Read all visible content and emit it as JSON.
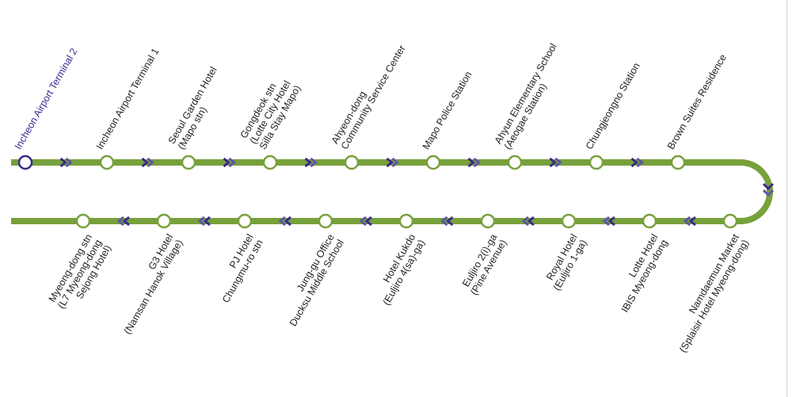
{
  "colors": {
    "line": "#77a13c",
    "arrow": "#3b2a8c",
    "arrow_light": "#5f55a8",
    "start": "#3b2a8c"
  },
  "top_stations": [
    {
      "lines": [
        "Incheon Airport Terminal 2"
      ],
      "start": true
    },
    {
      "lines": [
        "Incheon Airport Terminal 1"
      ]
    },
    {
      "lines": [
        "Seoul Garden Hotel",
        "(Mapo stn)"
      ]
    },
    {
      "lines": [
        "Gongdeok stn",
        "(Lotte City Hotel",
        "Silla Stay Mapo)"
      ]
    },
    {
      "lines": [
        "Ahyeon-dong",
        "Community Service Center"
      ]
    },
    {
      "lines": [
        "Mapo Police Station"
      ]
    },
    {
      "lines": [
        "Ahyun Elementary School",
        "(Aeogae Station)"
      ]
    },
    {
      "lines": [
        "Chungjeongno Station"
      ]
    },
    {
      "lines": [
        "Brown Suites Residence"
      ]
    }
  ],
  "bottom_stations": [
    {
      "lines": [
        "Namdaemun Market",
        "(Splaisir Hotel Myeong-dong)"
      ]
    },
    {
      "lines": [
        "Lotte Hotel",
        "IBIS Myeong-dong"
      ]
    },
    {
      "lines": [
        "Royal Hotel",
        "(Euljiro 1-ga)"
      ]
    },
    {
      "lines": [
        "Euljiro 2(i)-ga",
        "(Pine Avenue)"
      ]
    },
    {
      "lines": [
        "Hotel Kukdo",
        "(Euljiro 4(sa)-ga)"
      ]
    },
    {
      "lines": [
        "Jung-gu Office",
        "Ducksu Middle School"
      ]
    },
    {
      "lines": [
        "PJ Hotel",
        "Chungmu-ro stn"
      ]
    },
    {
      "lines": [
        "G3 Hotel",
        "(Namsan Hanok Village)"
      ]
    },
    {
      "lines": [
        "Myeong-dong stn",
        "(L7 Myeong-dong",
        "Sejong Hotel)"
      ]
    }
  ]
}
